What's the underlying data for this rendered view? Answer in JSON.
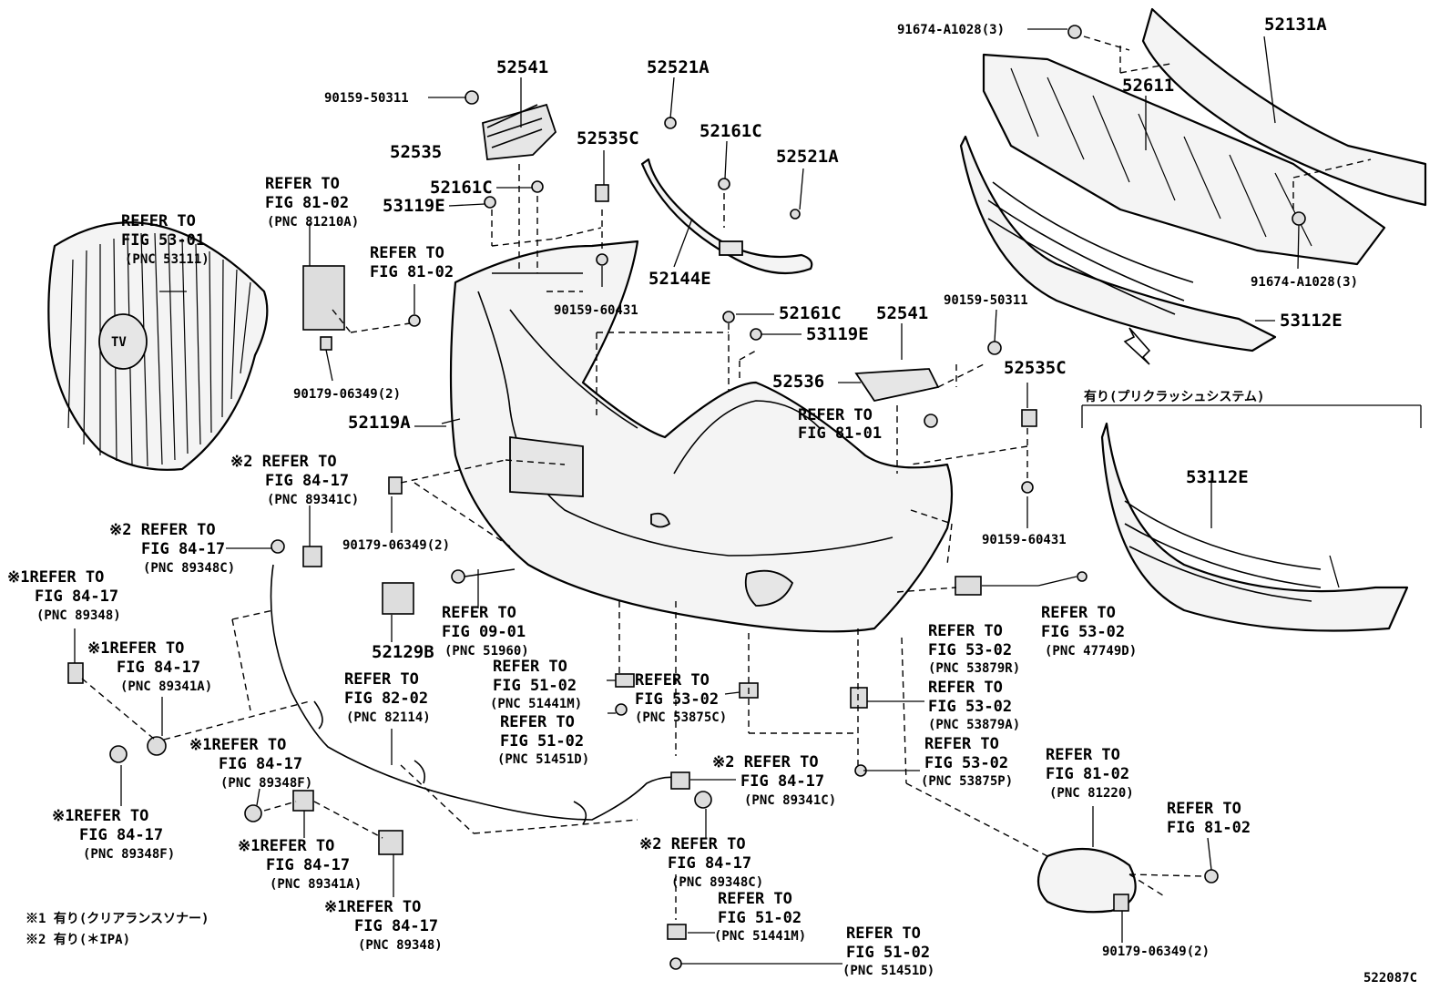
{
  "labels": {
    "p91674_top": "91674-A1028(3)",
    "p52131A": "52131A",
    "p52611": "52611",
    "p52541_top": "52541",
    "p52521A_top": "52521A",
    "p90159_50311_top": "90159-50311",
    "p52535C_top": "52535C",
    "p52161C_top": "52161C",
    "p52521A_mid": "52521A",
    "p52535": "52535",
    "p52161C_left": "52161C",
    "p53119E_left": "53119E",
    "p52144E": "52144E",
    "p90159_60431_top": "90159-60431",
    "p91674_right": "91674-A1028(3)",
    "p90159_50311_right": "90159-50311",
    "p53112E_top": "53112E",
    "p52161C_mid": "52161C",
    "p53119E_mid": "53119E",
    "p52541_mid": "52541",
    "p52536": "52536",
    "p52535C_right": "52535C",
    "p52119A": "52119A",
    "p90159_60431_right": "90159-60431",
    "p53112E_inset": "53112E",
    "p90179_left": "90179-06349(2)",
    "p90179_mid": "90179-06349(2)",
    "p90179_bottom": "90179-06349(2)",
    "p52129B": "52129B",
    "diagram_code": "522087C",
    "inset_caption": "有り(プリクラッシュシステム)",
    "note1": "※1 有り(クリアランスソナー)",
    "note2": "※2 有り(＊IPA)"
  },
  "refs": {
    "r_grille_1": "REFER TO",
    "r_grille_2": "FIG 53-01",
    "r_grille_3": "(PNC 53111)",
    "r_8121_1": "REFER TO",
    "r_8121_2": "FIG 81-02",
    "r_8121_3": "(PNC 81210A)",
    "r_8102a_1": "REFER TO",
    "r_8102a_2": "FIG 81-02",
    "r_8101_1": "REFER TO",
    "r_8101_2": "FIG 81-01",
    "r_89341C_1": "※2 REFER TO",
    "r_89341C_2": "FIG 84-17",
    "r_89341C_3": "(PNC 89341C)",
    "r_89348C_1": "※2 REFER TO",
    "r_89348C_2": "FIG 84-17",
    "r_89348C_3": "(PNC 89348C)",
    "r_89348_1": "※1REFER TO",
    "r_89348_2": "FIG 84-17",
    "r_89348_3": "(PNC 89348)",
    "r_89341A_1": "※1REFER TO",
    "r_89341A_2": "FIG 84-17",
    "r_89341A_3": "(PNC 89341A)",
    "r_82114_1": "REFER TO",
    "r_82114_2": "FIG 82-02",
    "r_82114_3": "(PNC 82114)",
    "r_51960_1": "REFER TO",
    "r_51960_2": "FIG 09-01",
    "r_51960_3": "(PNC 51960)",
    "r_51441M_1": "REFER TO",
    "r_51441M_2": "FIG 51-02",
    "r_51441M_3": "(PNC 51441M)",
    "r_53875C_1": "REFER TO",
    "r_53875C_2": "FIG 53-02",
    "r_53875C_3": "(PNC 53875C)",
    "r_51451D_1": "REFER TO",
    "r_51451D_2": "FIG 51-02",
    "r_51451D_3": "(PNC 51451D)",
    "r_53879R_1": "REFER TO",
    "r_53879R_2": "FIG 53-02",
    "r_53879R_3": "(PNC 53879R)",
    "r_47749D_1": "REFER TO",
    "r_47749D_2": "FIG 53-02",
    "r_47749D_3": "(PNC 47749D)",
    "r_53879A_1": "REFER TO",
    "r_53879A_2": "FIG 53-02",
    "r_53879A_3": "(PNC 53879A)",
    "r_53875P_1": "REFER TO",
    "r_53875P_2": "FIG 53-02",
    "r_53875P_3": "(PNC 53875P)",
    "r_81220_1": "REFER TO",
    "r_81220_2": "FIG 81-02",
    "r_81220_3": "(PNC 81220)",
    "r_8102b_1": "REFER TO",
    "r_8102b_2": "FIG 81-02",
    "r_89348F_1": "※1REFER TO",
    "r_89348F_2": "FIG 84-17",
    "r_89348F_3": "(PNC 89348F)",
    "r_89348Fb_1": "※1REFER TO",
    "r_89348Fb_2": "FIG 84-17",
    "r_89348Fb_3": "(PNC 89348F)",
    "r_89341Ab_1": "※1REFER TO",
    "r_89341Ab_2": "FIG 84-17",
    "r_89341Ab_3": "(PNC 89341A)",
    "r_89348b_1": "※1REFER TO",
    "r_89348b_2": "FIG 84-17",
    "r_89348b_3": "(PNC 89348)",
    "r_89341Cb_1": "※2 REFER TO",
    "r_89341Cb_2": "FIG 84-17",
    "r_89341Cb_3": "(PNC 89341C)",
    "r_89348Cb_1": "※2 REFER TO",
    "r_89348Cb_2": "FIG 84-17",
    "r_89348Cb_3": "(PNC 89348C)",
    "r_51441Mb_1": "REFER TO",
    "r_51441Mb_2": "FIG 51-02",
    "r_51441Mb_3": "(PNC 51441M)",
    "r_51451Db_1": "REFER TO",
    "r_51451Db_2": "FIG 51-02",
    "r_51451Db_3": "(PNC 51451D)"
  }
}
